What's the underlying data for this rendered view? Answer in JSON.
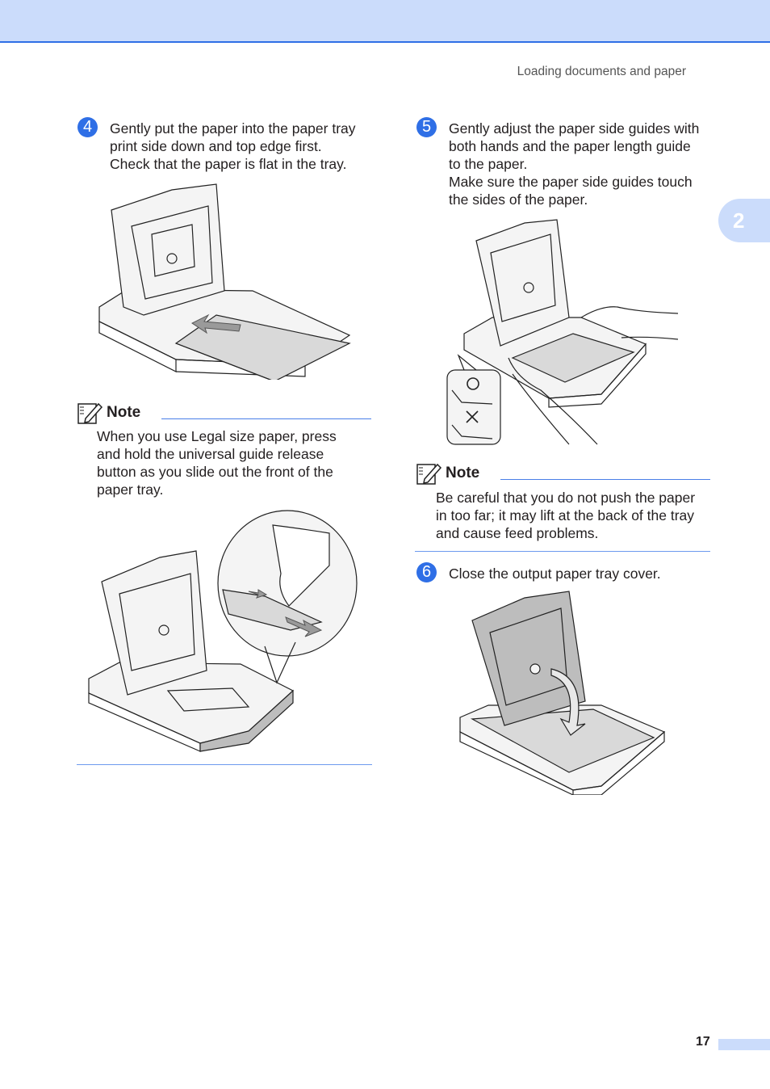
{
  "header": {
    "running_title": "Loading documents and paper",
    "chapter_number": "2"
  },
  "steps": [
    {
      "number": "4",
      "lines": [
        "Gently put the paper into the paper tray",
        "print side down and top edge first.",
        "Check that the paper is flat in the tray."
      ]
    },
    {
      "number": "5",
      "lines": [
        "Gently adjust the paper side guides with",
        "both hands and the paper length guide",
        "to the paper.",
        "Make sure the paper side guides touch",
        "the sides of the paper."
      ]
    },
    {
      "number": "6",
      "lines": [
        "Close the output paper tray cover."
      ]
    }
  ],
  "notes": [
    {
      "label": "Note",
      "lines": [
        "When you use Legal size paper, press",
        "and hold the universal guide release",
        "button as you slide out the front of the",
        "paper tray."
      ]
    },
    {
      "label": "Note",
      "lines": [
        "Be careful that you do not push the paper",
        "in too far; it may lift at the back of the tray",
        "and cause feed problems."
      ]
    }
  ],
  "footer": {
    "page_number": "17"
  },
  "colors": {
    "accent": "#2f6fe6",
    "band": "#cbdcfb",
    "text": "#231f20"
  },
  "icons": {
    "note": "pencil-note-icon",
    "correct": "circle-ok-icon",
    "wrong": "cross-wrong-icon"
  }
}
